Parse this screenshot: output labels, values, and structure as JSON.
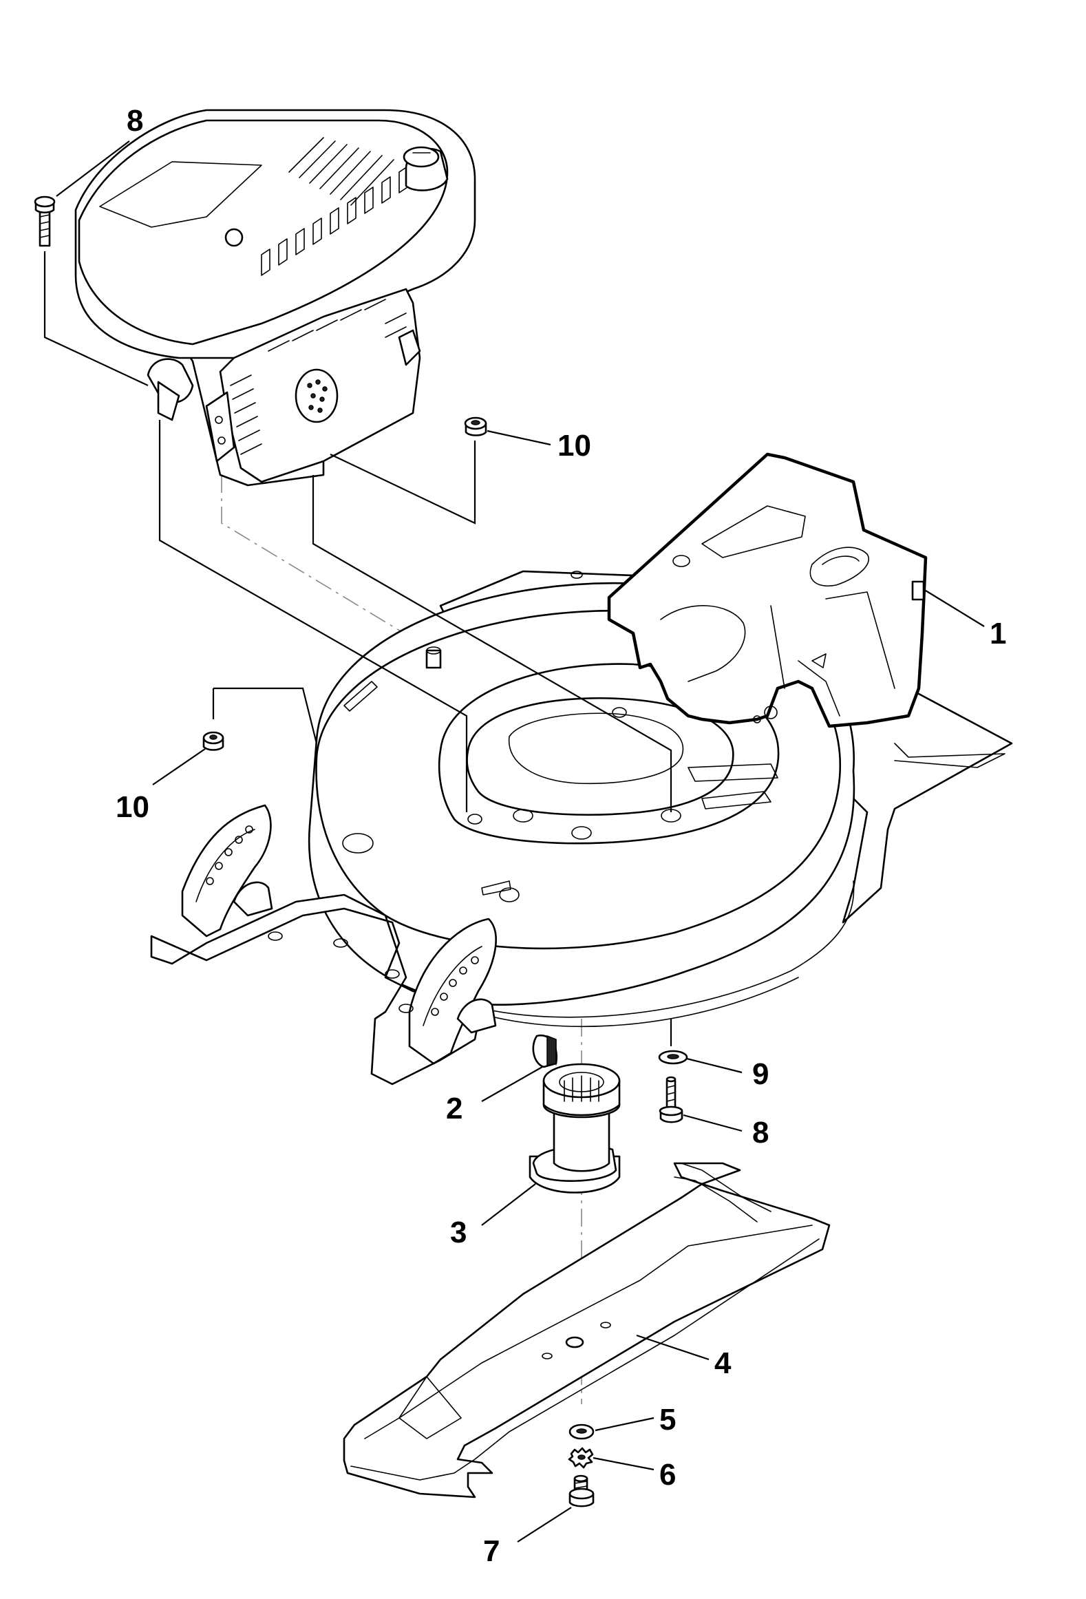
{
  "callouts": [
    {
      "label": "8"
    },
    {
      "label": "10"
    },
    {
      "label": "1"
    },
    {
      "label": "10"
    },
    {
      "label": "9"
    },
    {
      "label": "2"
    },
    {
      "label": "8"
    },
    {
      "label": "3"
    },
    {
      "label": "4"
    },
    {
      "label": "5"
    },
    {
      "label": "6"
    },
    {
      "label": "7"
    }
  ]
}
